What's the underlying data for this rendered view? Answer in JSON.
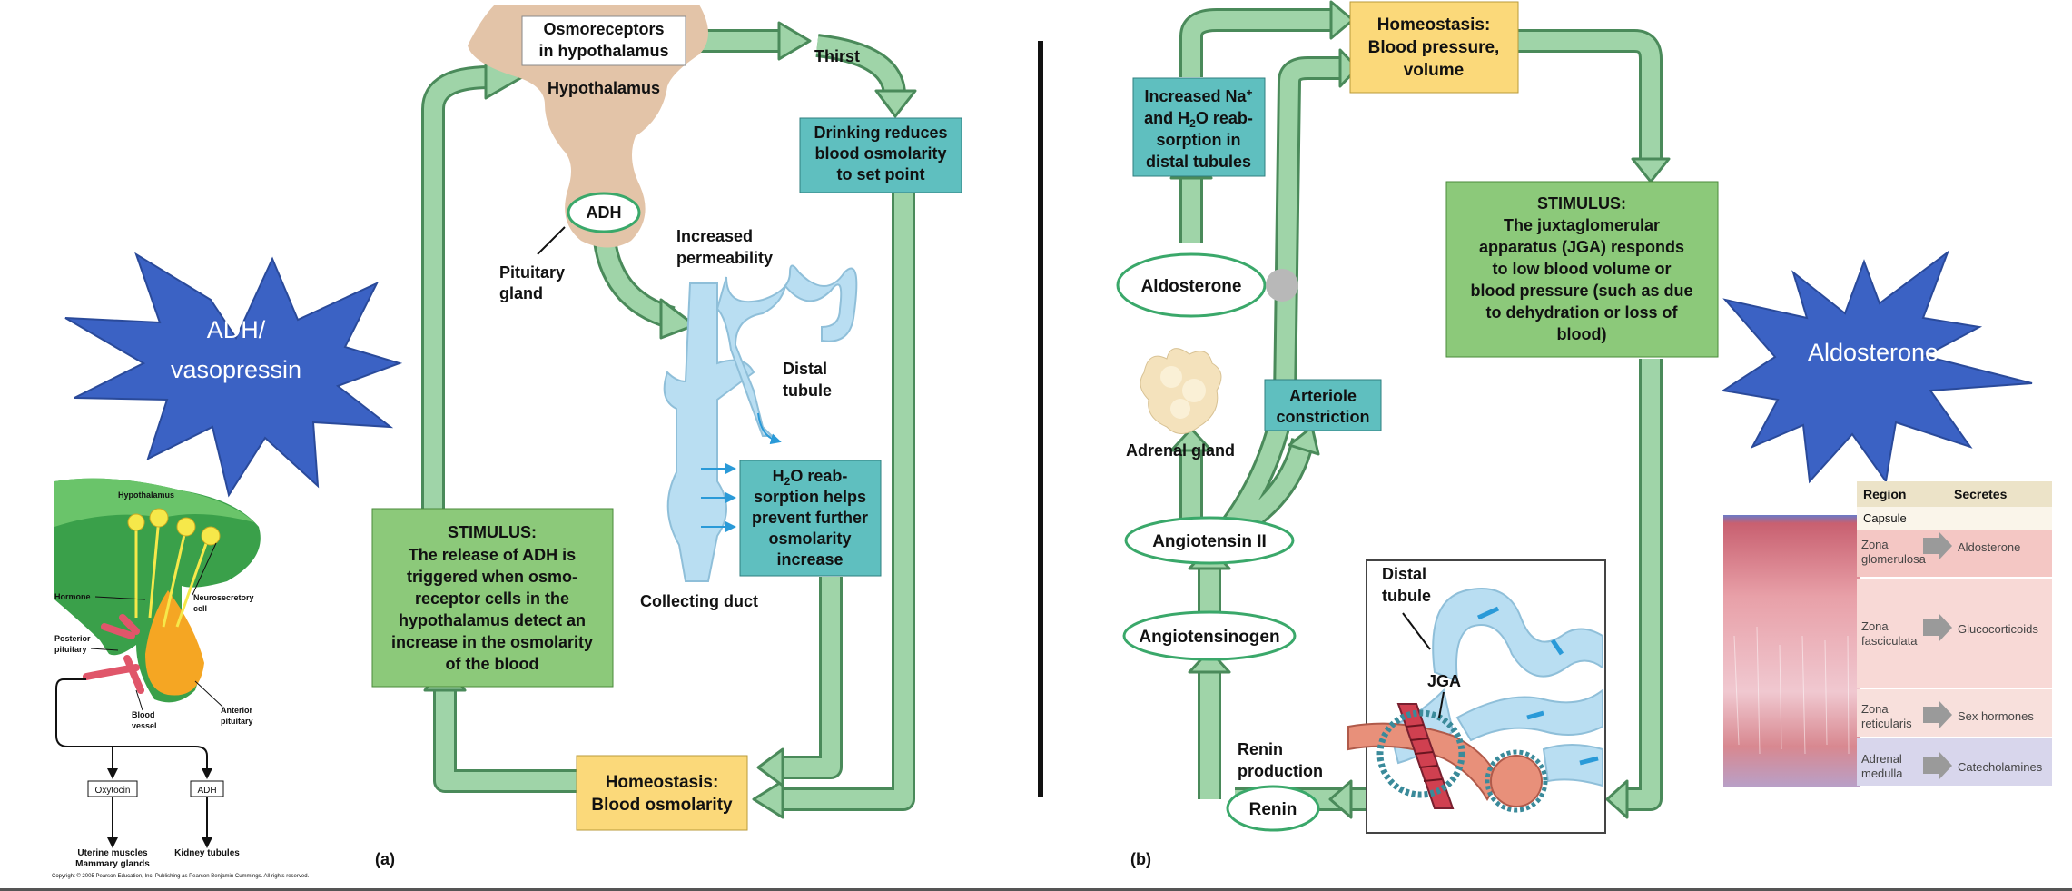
{
  "left_panel": {
    "starburst_label_line1": "ADH/",
    "starburst_label_line2": "vasopressin",
    "osmoreceptors_line1": "Osmoreceptors",
    "osmoreceptors_line2": "in hypothalamus",
    "hypothalamus": "Hypothalamus",
    "thirst": "Thirst",
    "drinking_line1": "Drinking reduces",
    "drinking_line2": "blood osmolarity",
    "drinking_line3": "to set point",
    "adh": "ADH",
    "pituitary_line1": "Pituitary",
    "pituitary_line2": "gland",
    "increased_line1": "Increased",
    "increased_line2": "permeability",
    "distal_line1": "Distal",
    "distal_line2": "tubule",
    "h2o_line1a": "H",
    "h2o_line1b": "2",
    "h2o_line1c": "O reab-",
    "h2o_line2": "sorption helps",
    "h2o_line3": "prevent further",
    "h2o_line4": "osmolarity",
    "h2o_line5": "increase",
    "collecting_duct": "Collecting duct",
    "stimulus_title": "STIMULUS:",
    "stimulus_line1": "The release of ADH is",
    "stimulus_line2": "triggered when osmo-",
    "stimulus_line3": "receptor cells in the",
    "stimulus_line4": "hypothalamus detect an",
    "stimulus_line5": "increase in the osmolarity",
    "stimulus_line6": "of the blood",
    "homeostasis_line1": "Homeostasis:",
    "homeostasis_line2": "Blood osmolarity",
    "panel_label": "(a)"
  },
  "pituitary_inset": {
    "hypothalamus": "Hypothalamus",
    "hormone": "Hormone",
    "neurosecretory_line1": "Neurosecretory",
    "neurosecretory_line2": "cell",
    "posterior_line1": "Posterior",
    "posterior_line2": "pituitary",
    "blood_line1": "Blood",
    "blood_line2": "vessel",
    "anterior_line1": "Anterior",
    "anterior_line2": "pituitary",
    "oxytocin": "Oxytocin",
    "adh": "ADH",
    "targets_left_line1": "Uterine muscles",
    "targets_left_line2": "Mammary glands",
    "targets_right": "Kidney tubules",
    "copyright": "Copyright © 2005 Pearson Education, Inc. Publishing as Pearson Benjamin Cummings. All rights reserved."
  },
  "right_panel": {
    "homeostasis_line1": "Homeostasis:",
    "homeostasis_line2": "Blood pressure,",
    "homeostasis_line3": "volume",
    "increased_na_line1a": "Increased Na",
    "increased_na_line1b": "+",
    "increased_na_line2a": "and H",
    "increased_na_line2b": "2",
    "increased_na_line2c": "O reab-",
    "increased_na_line3": "sorption in",
    "increased_na_line4": "distal tubules",
    "aldosterone": "Aldosterone",
    "adrenal_gland": "Adrenal gland",
    "arteriole_line1": "Arteriole",
    "arteriole_line2": "constriction",
    "angiotensin_ii": "Angiotensin II",
    "angiotensinogen": "Angiotensinogen",
    "renin_production_line1": "Renin",
    "renin_production_line2": "production",
    "renin": "Renin",
    "distal_line1": "Distal",
    "distal_line2": "tubule",
    "jga": "JGA",
    "stimulus_title": "STIMULUS:",
    "stimulus_line1": "The juxtaglomerular",
    "stimulus_line2": "apparatus (JGA) responds",
    "stimulus_line3": "to low blood volume or",
    "stimulus_line4": "blood pressure (such as due",
    "stimulus_line5": "to dehydration or loss of",
    "stimulus_line6": "blood)",
    "starburst_label": "Aldosterone",
    "panel_label": "(b)"
  },
  "adrenal_table": {
    "header_region": "Region",
    "header_secretes": "Secretes",
    "capsule": "Capsule",
    "row1_region_line1": "Zona",
    "row1_region_line2": "glomerulosa",
    "row1_secretes": "Aldosterone",
    "row2_region_line1": "Zona",
    "row2_region_line2": "fasciculata",
    "row2_secretes": "Glucocorticoids",
    "row3_region_line1": "Zona",
    "row3_region_line2": "reticularis",
    "row3_secretes": "Sex hormones",
    "row4_region_line1": "Adrenal",
    "row4_region_line2": "medulla",
    "row4_secretes": "Catecholamines"
  },
  "colors": {
    "arrow_green": "#9fd4a8",
    "arrow_outline": "#4a8a5a",
    "box_teal": "#5fbfbf",
    "box_green": "#8cc97a",
    "box_yellow": "#fbd97a",
    "hypothalamus_tan": "#e3c4a8",
    "starburst_blue": "#3b62c4",
    "tubule_blue": "#b9def2"
  }
}
